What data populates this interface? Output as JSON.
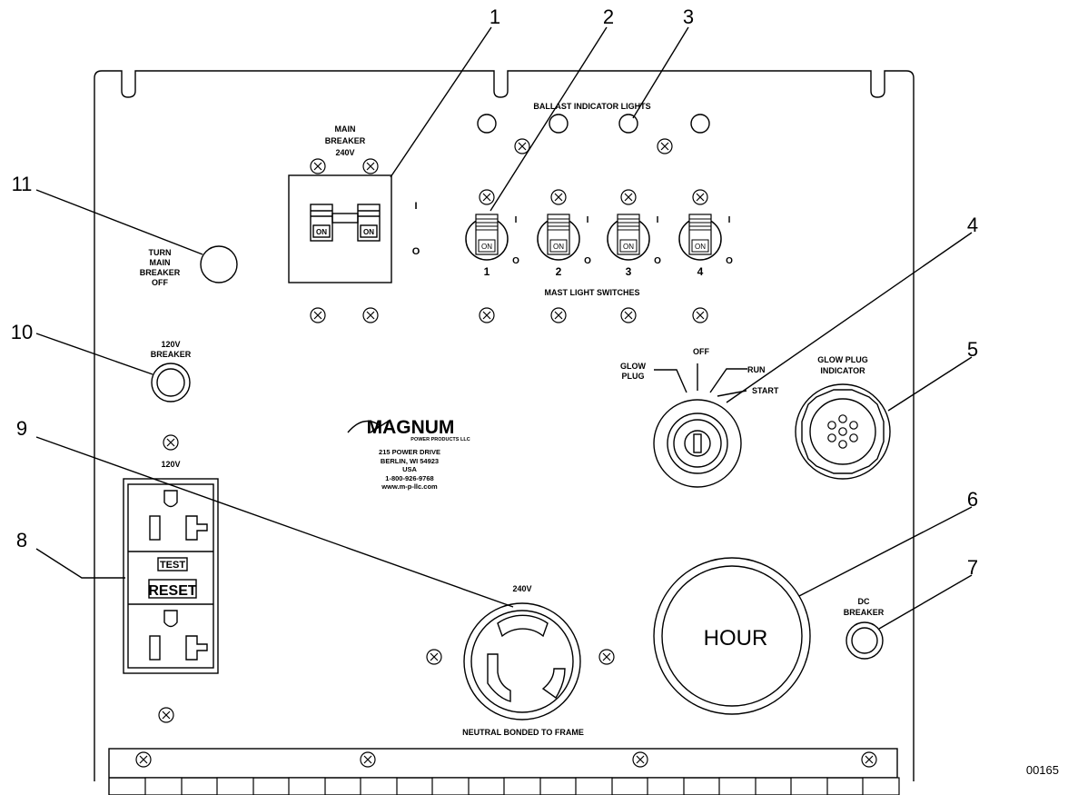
{
  "panel_labels": {
    "main_breaker_1": "MAIN",
    "main_breaker_2": "BREAKER",
    "main_breaker_3": "240V",
    "ballast_indicator_lights": "BALLAST INDICATOR LIGHTS",
    "turn_1": "TURN",
    "turn_2": "MAIN",
    "turn_3": "BREAKER",
    "turn_4": "OFF",
    "breaker_120v_1": "120V",
    "breaker_120v_2": "BREAKER",
    "outlet_120v": "120V",
    "mast_light_switches": "MAST LIGHT SWITCHES",
    "glow_plug_1": "GLOW",
    "glow_plug_2": "PLUG",
    "off": "OFF",
    "run": "RUN",
    "start": "START",
    "glow_plug_indicator_1": "GLOW PLUG",
    "glow_plug_indicator_2": "INDICATOR",
    "outlet_240v": "240V",
    "neutral_bonded": "NEUTRAL BONDED TO FRAME",
    "dc_breaker_1": "DC",
    "dc_breaker_2": "BREAKER",
    "hour": "HOUR",
    "test": "TEST",
    "reset": "RESET",
    "on": "ON",
    "switch_on_mark": "I",
    "switch_off_mark": "O"
  },
  "mast_switch_numbers": [
    "1",
    "2",
    "3",
    "4"
  ],
  "logo": {
    "name": "MAGNUM",
    "subtitle": "POWER PRODUCTS LLC",
    "address_1": "215 POWER DRIVE",
    "address_2": "BERLIN, WI  54923",
    "address_3": "USA",
    "phone": "1-800-926-9768",
    "web": "www.m-p-llc.com"
  },
  "callouts": [
    "1",
    "2",
    "3",
    "4",
    "5",
    "6",
    "7",
    "8",
    "9",
    "10",
    "11"
  ],
  "figure_id": "00165"
}
